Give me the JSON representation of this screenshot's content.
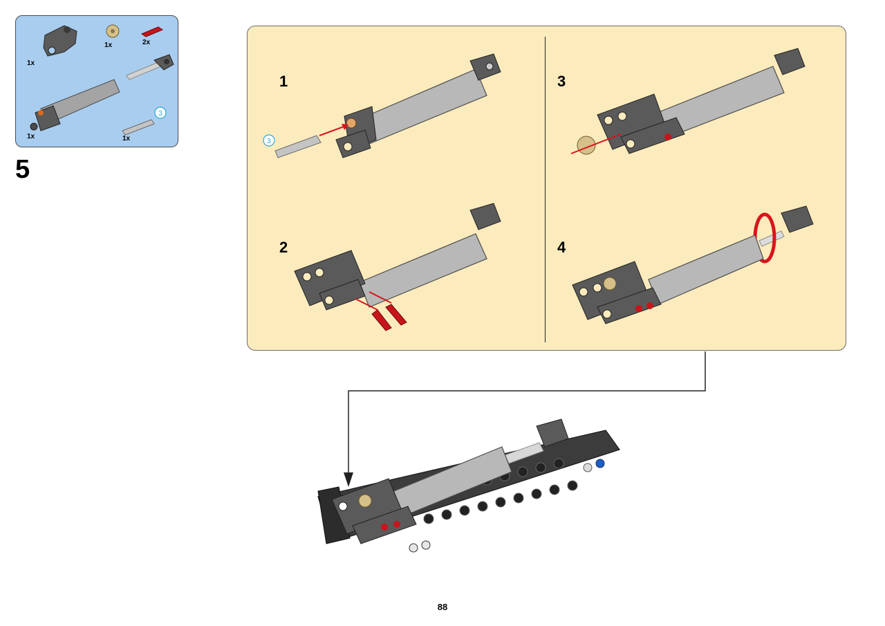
{
  "parts_list": {
    "items": [
      {
        "name": "steering-link",
        "qty": "1x"
      },
      {
        "name": "gear",
        "qty": "1x"
      },
      {
        "name": "red-pin",
        "qty": "2x"
      },
      {
        "name": "actuator",
        "qty": "1x"
      },
      {
        "name": "axle",
        "qty": "1x"
      }
    ],
    "axle_length": "3"
  },
  "step": {
    "number": "5"
  },
  "substeps": [
    {
      "number": "1",
      "axle_length": "3"
    },
    {
      "number": "2"
    },
    {
      "number": "3"
    },
    {
      "number": "4"
    }
  ],
  "page": {
    "number": "88"
  },
  "colors": {
    "parts_bg": "#a9cdef",
    "panel_bg": "#fcebbd",
    "arrow_red": "#d9141c",
    "part_dark": "#5a5a5a",
    "part_light": "#b8b8b8",
    "callout_cyan": "#29a9d6"
  }
}
